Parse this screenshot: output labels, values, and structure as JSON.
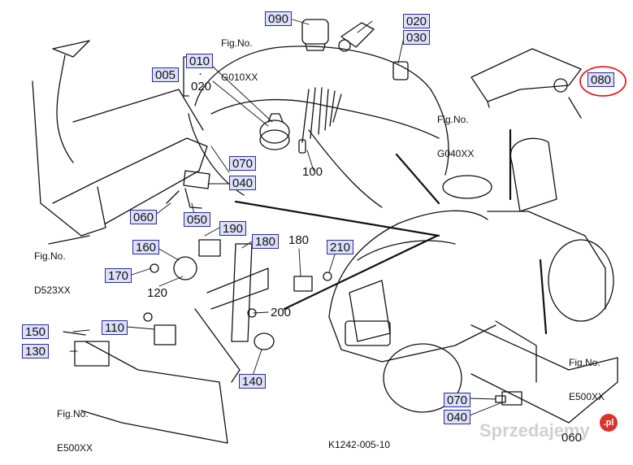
{
  "callouts": {
    "c090": "090",
    "c020_top": "020",
    "c030": "030",
    "c005": "005",
    "c010": "010",
    "c020_sub": "020",
    "c080": "080",
    "c070_a": "070",
    "c040_a": "040",
    "c060": "060",
    "c050": "050",
    "c100": "100",
    "c190": "190",
    "c160": "160",
    "c180_a": "180",
    "c180_b": "180",
    "c210": "210",
    "c170": "170",
    "c120": "120",
    "c200": "200",
    "c150": "150",
    "c110": "110",
    "c130": "130",
    "c140": "140",
    "c070_b": "070",
    "c040_b": "040",
    "c060_b": "060"
  },
  "figrefs": {
    "g010": {
      "line1": "Fig.No.",
      "line2": "G010XX"
    },
    "g040": {
      "line1": "Fig.No.",
      "line2": "G040XX"
    },
    "d523": {
      "line1": "Fig.No.",
      "line2": "D523XX"
    },
    "e500_right": {
      "line1": "Fig.No.",
      "line2": "E500XX"
    },
    "e500_left": {
      "line1": "Fig.No.",
      "line2": "E500XX"
    }
  },
  "range_dot": "·",
  "doc_id": "K1242-005-10",
  "watermark": "Sprzedajemy",
  "watermark_badge": ".pl",
  "highlight_color": "#e0201f",
  "callout_border": "#2a2aa0",
  "callout_fill": "#dce0f8"
}
